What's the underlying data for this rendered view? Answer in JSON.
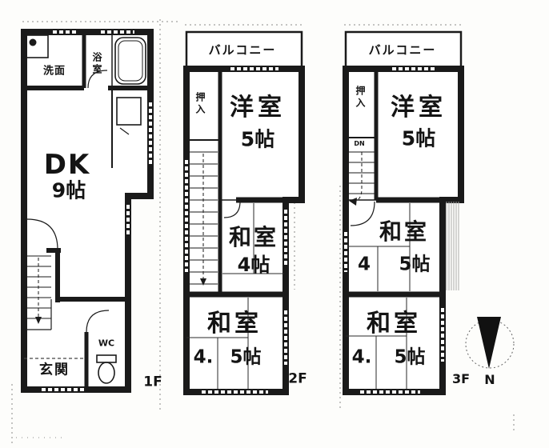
{
  "f1": {
    "label": "1F",
    "washroom": "洗面",
    "bath": "浴室",
    "dk_name": "DK",
    "dk_size": "9帖",
    "entrance": "玄関",
    "wc": "WC"
  },
  "f2": {
    "label": "2F",
    "balcony": "バルコニー",
    "closet": "押入",
    "western_name": "洋室",
    "western_size": "5帖",
    "jp_mid_name": "和室",
    "jp_mid_size": "4帖",
    "jp_btm_name": "和室",
    "jp_btm_size_a": "4.",
    "jp_btm_size_b": "5帖"
  },
  "f3": {
    "label": "3F",
    "balcony": "バルコニー",
    "closet": "押入",
    "stairs_down": "DN",
    "western_name": "洋室",
    "western_size": "5帖",
    "jp_mid_name": "和室",
    "jp_mid_size_a": "4",
    "jp_mid_size_b": "5帖",
    "jp_btm_name": "和室",
    "jp_btm_size_a": "4.",
    "jp_btm_size_b": "5帖"
  },
  "compass": {
    "north": "N"
  },
  "colors": {
    "wall": "#1a1a1a",
    "bg": "#fdfdfb",
    "boundary": "#8a8a8a"
  }
}
